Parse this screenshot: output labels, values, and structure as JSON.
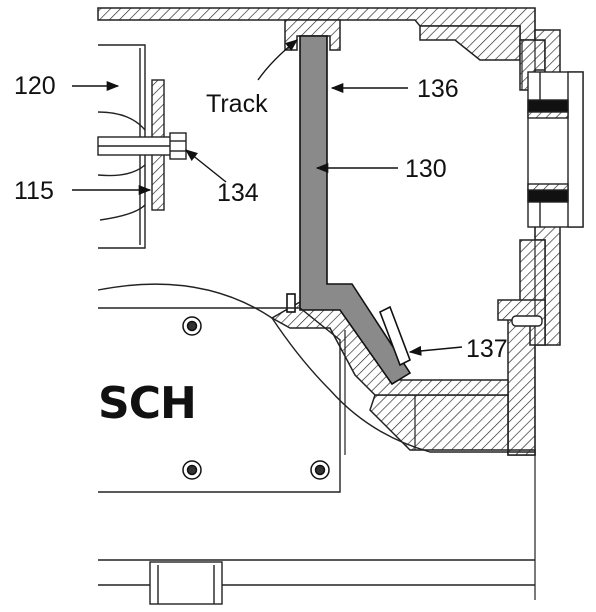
{
  "figure": {
    "labels": {
      "l120": "120",
      "l115": "115",
      "l134": "134",
      "l136": "136",
      "l130": "130",
      "l137": "137",
      "track": "Track"
    },
    "brand_text": "SCH"
  }
}
